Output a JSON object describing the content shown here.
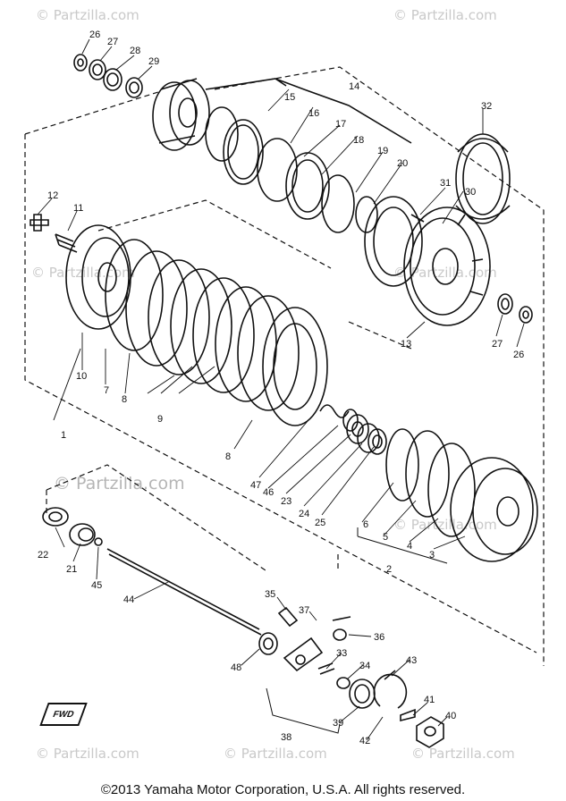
{
  "watermarks": [
    {
      "text": "© Partzilla.com",
      "strong": false
    },
    {
      "text": "© Partzilla.com",
      "strong": false
    },
    {
      "text": "© Partzilla.com",
      "strong": false
    },
    {
      "text": "© Partzilla.com",
      "strong": false
    },
    {
      "text": "© Partzilla.com",
      "strong": true
    },
    {
      "text": "© Partzilla.com",
      "strong": false
    },
    {
      "text": "© Partzilla.com",
      "strong": false
    },
    {
      "text": "© Partzilla.com",
      "strong": false
    },
    {
      "text": "© Partzilla.com",
      "strong": false
    }
  ],
  "fwd_label": "FWD",
  "part_labels": [
    {
      "id": "26",
      "text": "26"
    },
    {
      "id": "27",
      "text": "27"
    },
    {
      "id": "28",
      "text": "28"
    },
    {
      "id": "29",
      "text": "29"
    },
    {
      "id": "14",
      "text": "14"
    },
    {
      "id": "15",
      "text": "15"
    },
    {
      "id": "16",
      "text": "16"
    },
    {
      "id": "17",
      "text": "17"
    },
    {
      "id": "18",
      "text": "18"
    },
    {
      "id": "19",
      "text": "19"
    },
    {
      "id": "20",
      "text": "20"
    },
    {
      "id": "32",
      "text": "32"
    },
    {
      "id": "31",
      "text": "31"
    },
    {
      "id": "30",
      "text": "30"
    },
    {
      "id": "12",
      "text": "12"
    },
    {
      "id": "11",
      "text": "11"
    },
    {
      "id": "10",
      "text": "10"
    },
    {
      "id": "7",
      "text": "7"
    },
    {
      "id": "8a",
      "text": "8"
    },
    {
      "id": "9",
      "text": "9"
    },
    {
      "id": "13",
      "text": "13"
    },
    {
      "id": "27b",
      "text": "27"
    },
    {
      "id": "26b",
      "text": "26"
    },
    {
      "id": "1",
      "text": "1"
    },
    {
      "id": "8b",
      "text": "8"
    },
    {
      "id": "47",
      "text": "47"
    },
    {
      "id": "46",
      "text": "46"
    },
    {
      "id": "23",
      "text": "23"
    },
    {
      "id": "24",
      "text": "24"
    },
    {
      "id": "25",
      "text": "25"
    },
    {
      "id": "6",
      "text": "6"
    },
    {
      "id": "5",
      "text": "5"
    },
    {
      "id": "4",
      "text": "4"
    },
    {
      "id": "3",
      "text": "3"
    },
    {
      "id": "2",
      "text": "2"
    },
    {
      "id": "22",
      "text": "22"
    },
    {
      "id": "21",
      "text": "21"
    },
    {
      "id": "45",
      "text": "45"
    },
    {
      "id": "44",
      "text": "44"
    },
    {
      "id": "35",
      "text": "35"
    },
    {
      "id": "37",
      "text": "37"
    },
    {
      "id": "36",
      "text": "36"
    },
    {
      "id": "48",
      "text": "48"
    },
    {
      "id": "33",
      "text": "33"
    },
    {
      "id": "34",
      "text": "34"
    },
    {
      "id": "43",
      "text": "43"
    },
    {
      "id": "41",
      "text": "41"
    },
    {
      "id": "40",
      "text": "40"
    },
    {
      "id": "39",
      "text": "39"
    },
    {
      "id": "42",
      "text": "42"
    },
    {
      "id": "38",
      "text": "38"
    }
  ],
  "copyright": "©2013 Yamaha Motor Corporation, U.S.A. All rights reserved."
}
